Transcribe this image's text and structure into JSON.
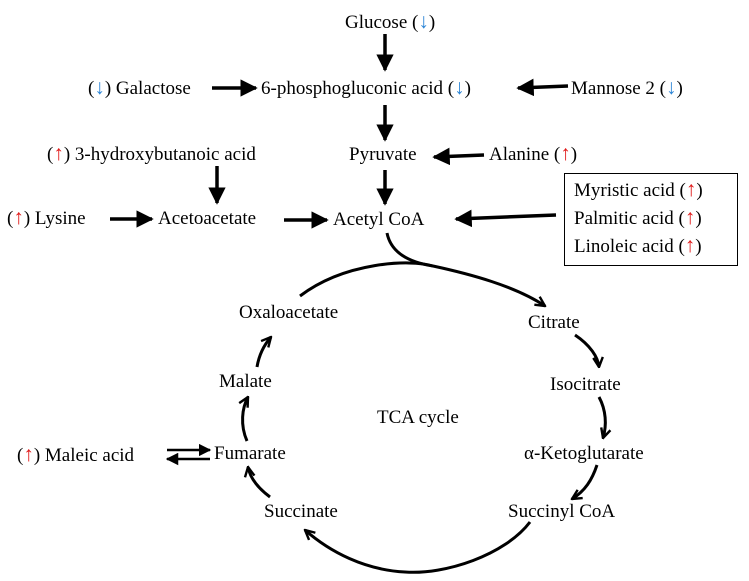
{
  "colors": {
    "down": "#2e86d6",
    "up": "#e01919"
  },
  "nodes": {
    "glucose": {
      "text": "Glucose",
      "change": "down"
    },
    "galactose": {
      "text": "Galactose",
      "change": "down"
    },
    "phosphogluconic": {
      "text": "6-phosphogluconic acid",
      "change": "down"
    },
    "mannose": {
      "text": "Mannose 2",
      "change": "down"
    },
    "hydroxybutanoic": {
      "text": "3-hydroxybutanoic acid",
      "change": "up"
    },
    "pyruvate": {
      "text": "Pyruvate"
    },
    "alanine": {
      "text": "Alanine",
      "change": "up"
    },
    "lysine": {
      "text": "Lysine",
      "change": "up"
    },
    "acetoacetate": {
      "text": "Acetoacetate"
    },
    "acetyl_coa": {
      "text": "Acetyl CoA"
    },
    "myristic": {
      "text": "Myristic acid",
      "change": "up"
    },
    "palmitic": {
      "text": "Palmitic acid",
      "change": "up"
    },
    "linoleic": {
      "text": "Linoleic acid",
      "change": "up"
    },
    "oxaloacetate": {
      "text": "Oxaloacetate"
    },
    "citrate": {
      "text": "Citrate"
    },
    "malate": {
      "text": "Malate"
    },
    "isocitrate": {
      "text": "Isocitrate"
    },
    "tca": {
      "text": "TCA cycle"
    },
    "maleic": {
      "text": "Maleic acid",
      "change": "up"
    },
    "fumarate": {
      "text": "Fumarate"
    },
    "ketoglutarate": {
      "text": "α-Ketoglutarate"
    },
    "succinate": {
      "text": "Succinate"
    },
    "succinyl_coa": {
      "text": "Succinyl CoA"
    }
  },
  "arrow_glyphs": {
    "up": "↑",
    "down": "↓"
  }
}
